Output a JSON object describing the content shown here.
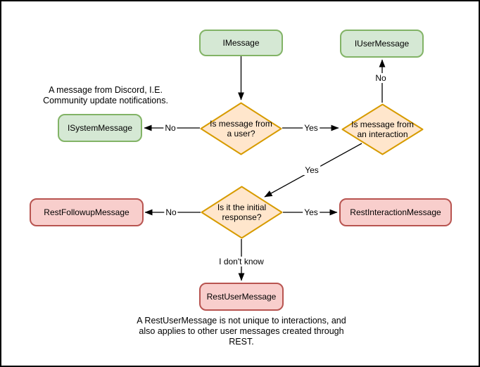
{
  "diagram": {
    "type": "flowchart",
    "nodes": {
      "imessage": {
        "label": "IMessage",
        "shape": "rounded-rect",
        "color_group": "green"
      },
      "iusermessage": {
        "label": "IUserMessage",
        "shape": "rounded-rect",
        "color_group": "green"
      },
      "isystemmessage": {
        "label": "ISystemMessage",
        "shape": "rounded-rect",
        "color_group": "green"
      },
      "decision_user": {
        "label": "Is message from a user?",
        "shape": "diamond",
        "color_group": "orange"
      },
      "decision_interaction": {
        "label": "Is message from an interaction",
        "shape": "diamond",
        "color_group": "orange"
      },
      "decision_initial": {
        "label": "Is it the initial response?",
        "shape": "diamond",
        "color_group": "orange"
      },
      "restfollowupmessage": {
        "label": "RestFollowupMessage",
        "shape": "rounded-rect",
        "color_group": "red"
      },
      "restinteractionmessage": {
        "label": "RestInteractionMessage",
        "shape": "rounded-rect",
        "color_group": "red"
      },
      "restusermessage": {
        "label": "RestUserMessage",
        "shape": "rounded-rect",
        "color_group": "red"
      }
    },
    "edge_labels": {
      "user_no": "No",
      "user_yes": "Yes",
      "interaction_no": "No",
      "interaction_yes": "Yes",
      "initial_no": "No",
      "initial_yes": "Yes",
      "initial_unknown": "I don't know"
    },
    "notes": {
      "system_note": "A message from Discord, I.E. Community update notifications.",
      "rest_note": "A RestUserMessage is not unique to interactions, and also applies to other user messages created through REST."
    },
    "colors": {
      "green_fill": "#d5e8d4",
      "green_stroke": "#82b366",
      "orange_fill": "#ffe6cc",
      "orange_stroke": "#d79b00",
      "red_fill": "#f8cecc",
      "red_stroke": "#b85450",
      "edge_stroke": "#000000",
      "text": "#000000"
    }
  }
}
